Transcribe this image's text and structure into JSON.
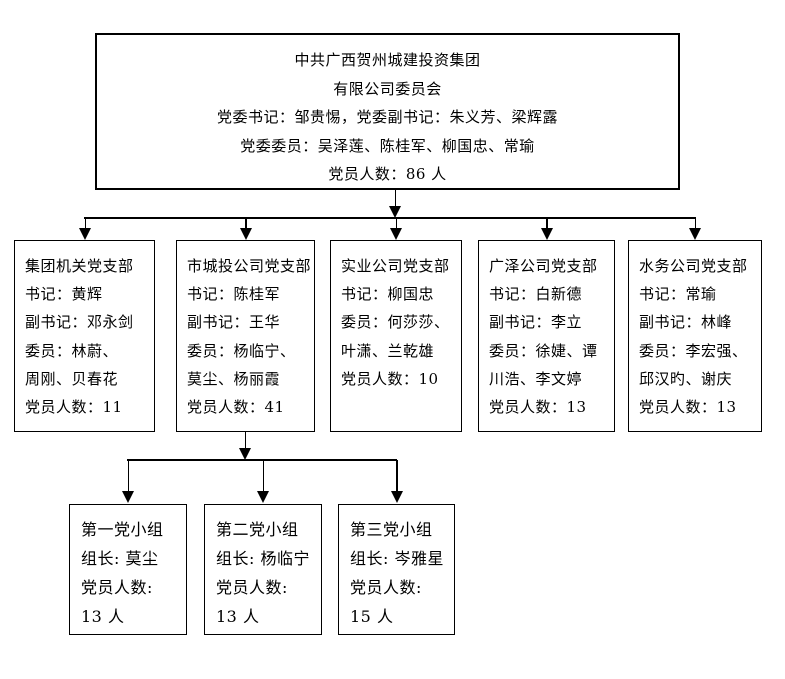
{
  "committee_box": {
    "lines": [
      "中共广西贺州城建投资集团",
      "有限公司委员会",
      "党委书记：邹贵惕，党委副书记：朱义芳、梁辉露",
      "党委委员：吴泽莲、陈桂军、柳国忠、常瑜",
      "党员人数：86 人"
    ]
  },
  "branches": [
    {
      "lines": [
        "集团机关党支部",
        "书记：黄辉",
        "副书记：邓永剑",
        "委员：林蔚、",
        "周刚、贝春花",
        "党员人数：11"
      ]
    },
    {
      "lines": [
        "市城投公司党支部",
        "书记：陈桂军",
        "副书记：王华",
        "委员：杨临宁、",
        "莫尘、杨丽霞",
        "党员人数：41"
      ]
    },
    {
      "lines": [
        "实业公司党支部",
        "书记：柳国忠",
        "委员：何莎莎、",
        "叶潇、兰乾雄",
        "党员人数：10"
      ]
    },
    {
      "lines": [
        "广泽公司党支部",
        "书记：白新德",
        "副书记：李立",
        "委员：徐婕、谭",
        "川浩、李文婷",
        "党员人数：13"
      ]
    },
    {
      "lines": [
        "水务公司党支部",
        "书记：常瑜",
        "副书记：林峰",
        "委员：李宏强、",
        "邱汉旳、谢庆",
        "党员人数：13"
      ]
    }
  ],
  "groups": [
    {
      "lines": [
        "第一党小组",
        "组长: 莫尘",
        "党员人数:",
        "13 人"
      ]
    },
    {
      "lines": [
        "第二党小组",
        "组长: 杨临宁",
        "党员人数:",
        "13 人"
      ]
    },
    {
      "lines": [
        "第三党小组",
        "组长: 岑雅星",
        "党员人数:",
        "15 人"
      ]
    }
  ],
  "colors": {
    "line": "#000000",
    "background": "#ffffff",
    "text": "#000000"
  }
}
